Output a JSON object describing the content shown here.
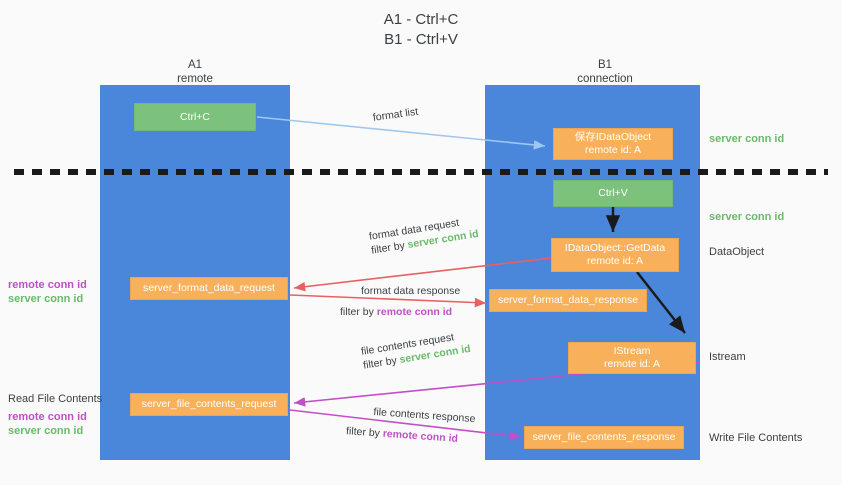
{
  "title": {
    "line1": "A1 - Ctrl+C",
    "line2": "B1 - Ctrl+V"
  },
  "columns": [
    {
      "name": "A1",
      "sub": "remote"
    },
    {
      "name": "B1",
      "sub": "connection"
    }
  ],
  "colors": {
    "lane": "#4a86d9",
    "box_orange": "#f8b15a",
    "box_green": "#7cc27c",
    "server_conn_id": "#6aba6a",
    "remote_conn_id": "#c050c8",
    "arrow_format_list": "#9ec9ef",
    "arrow_format_data": "#e86060",
    "arrow_file_contents": "#c050c8",
    "arrow_internal": "#1a1a1a",
    "divider": "#1a1a1a",
    "background": "#fafafa",
    "text": "#3c4043"
  },
  "boxes": {
    "ctrl_c": {
      "line1": "Ctrl+C",
      "line2": ""
    },
    "save_idataobject": {
      "line1": "保存IDataObject",
      "line2": "remote id: A"
    },
    "ctrl_v": {
      "line1": "Ctrl+V",
      "line2": ""
    },
    "getdata": {
      "line1": "IDataObject::GetData",
      "line2": "remote id: A"
    },
    "format_data_request": {
      "line1": "server_format_data_request",
      "line2": ""
    },
    "format_data_response": {
      "line1": "server_format_data_response",
      "line2": ""
    },
    "istream": {
      "line1": "IStream",
      "line2": "remote id: A"
    },
    "file_contents_request": {
      "line1": "server_file_contents_request",
      "line2": ""
    },
    "file_contents_response": {
      "line1": "server_file_contents_response",
      "line2": ""
    }
  },
  "edge_labels": {
    "format_list": "format list",
    "format_data_request": {
      "line1": "format data request",
      "prefix": "filter by ",
      "tag": "server conn id"
    },
    "format_data_response": {
      "line1": "format data response",
      "prefix": "filter by ",
      "tag": "remote conn id"
    },
    "file_contents_request": {
      "line1": "file contents request",
      "prefix": "filter by ",
      "tag": "server conn id"
    },
    "file_contents_response": {
      "line1": "file contents response",
      "prefix": "filter by ",
      "tag": "remote conn id"
    }
  },
  "right_labels": {
    "server_conn_id_top": "server conn id",
    "server_conn_id_mid": "server conn id",
    "dataobject": "DataObject",
    "istream": "Istream",
    "write_file_contents": "Write File Contents"
  },
  "left_labels": {
    "remote_conn_id_1": "remote conn id",
    "server_conn_id_1": "server conn id",
    "read_file_contents": "Read File Contents",
    "remote_conn_id_2": "remote conn id",
    "server_conn_id_2": "server conn id"
  }
}
